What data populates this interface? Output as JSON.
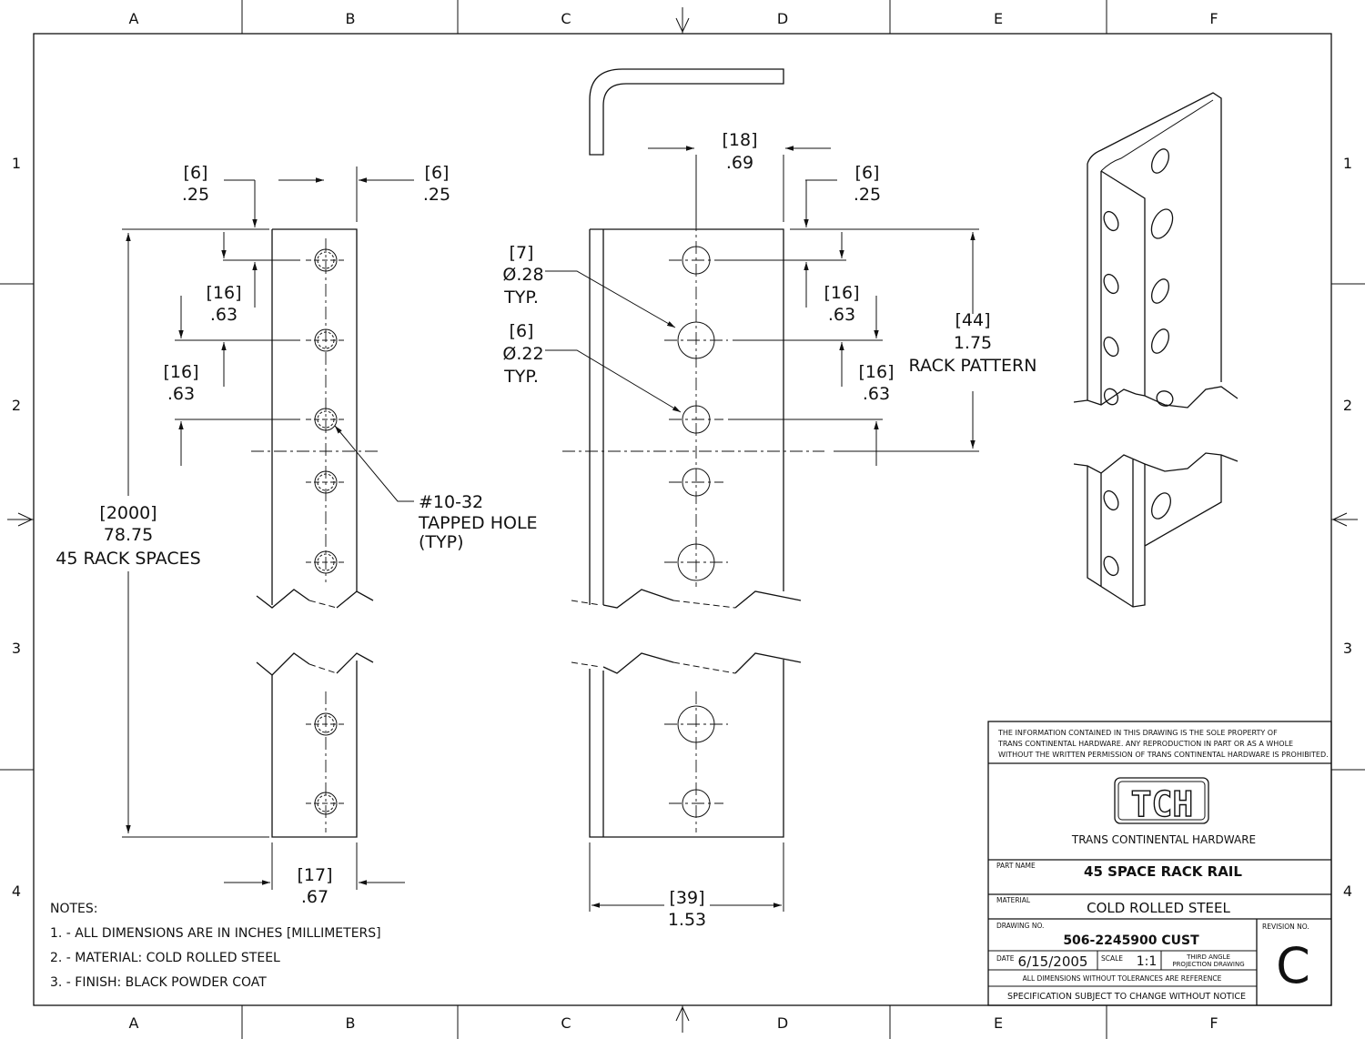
{
  "zones": {
    "cols": [
      "A",
      "B",
      "C",
      "D",
      "E",
      "F"
    ],
    "rows": [
      "1",
      "2",
      "3",
      "4"
    ]
  },
  "dims": {
    "top_left_mm": "[6]",
    "top_left_in": ".25",
    "top_right_mm": "[6]",
    "top_right_in": ".25",
    "pitch1_mm": "[16]",
    "pitch1_in": ".63",
    "pitch2_mm": "[16]",
    "pitch2_in": ".63",
    "length_mm": "[2000]",
    "length_in": "78.75",
    "length_note": "45 RACK SPACES",
    "width_left_mm": "[17]",
    "width_left_in": ".67",
    "tapped_hole_line1": "#10-32",
    "tapped_hole_line2": "TAPPED HOLE",
    "tapped_hole_line3": "(TYP)",
    "flange_mm": "[18]",
    "flange_in": ".69",
    "edge_right_mm": "[6]",
    "edge_right_in": ".25",
    "hole_large_mm": "[7]",
    "hole_large_in": "Ø.28",
    "hole_large_typ": "TYP.",
    "hole_small_mm": "[6]",
    "hole_small_in": "Ø.22",
    "hole_small_typ": "TYP.",
    "pitch_r1_mm": "[16]",
    "pitch_r1_in": ".63",
    "pitch_r2_mm": "[16]",
    "pitch_r2_in": ".63",
    "rack_pattern_mm": "[44]",
    "rack_pattern_in": "1.75",
    "rack_pattern_label": "RACK PATTERN",
    "width_right_mm": "[39]",
    "width_right_in": "1.53"
  },
  "notes": {
    "heading": "NOTES:",
    "items": [
      "1. - ALL DIMENSIONS ARE IN INCHES [MILLIMETERS]",
      "2. - MATERIAL: COLD ROLLED STEEL",
      "3. - FINISH: BLACK POWDER COAT"
    ]
  },
  "title_block": {
    "disclaimer_1": "THE INFORMATION CONTAINED IN THIS DRAWING IS THE SOLE PROPERTY OF",
    "disclaimer_2": "TRANS CONTINENTAL HARDWARE.  ANY REPRODUCTION IN PART OR AS A WHOLE",
    "disclaimer_3": "WITHOUT THE WRITTEN PERMISSION OF TRANS CONTINENTAL HARDWARE IS PROHIBITED.",
    "logo_text": "TCH",
    "company": "TRANS CONTINENTAL HARDWARE",
    "part_name_label": "PART NAME",
    "part_name": "45 SPACE RACK RAIL",
    "material_label": "MATERIAL",
    "material": "COLD ROLLED STEEL",
    "drawing_no_label": "DRAWING NO.",
    "drawing_no": "506-2245900 CUST",
    "revision_label": "REVISION NO.",
    "revision": "C",
    "date_label": "DATE",
    "date": "6/15/2005",
    "scale_label": "SCALE",
    "scale": "1:1",
    "projection_1": "THIRD ANGLE",
    "projection_2": "PROJECTION DRAWING",
    "tolerance_note": "ALL DIMENSIONS WITHOUT TOLERANCES ARE REFERENCE",
    "spec_note": "SPECIFICATION SUBJECT TO CHANGE WITHOUT NOTICE"
  }
}
